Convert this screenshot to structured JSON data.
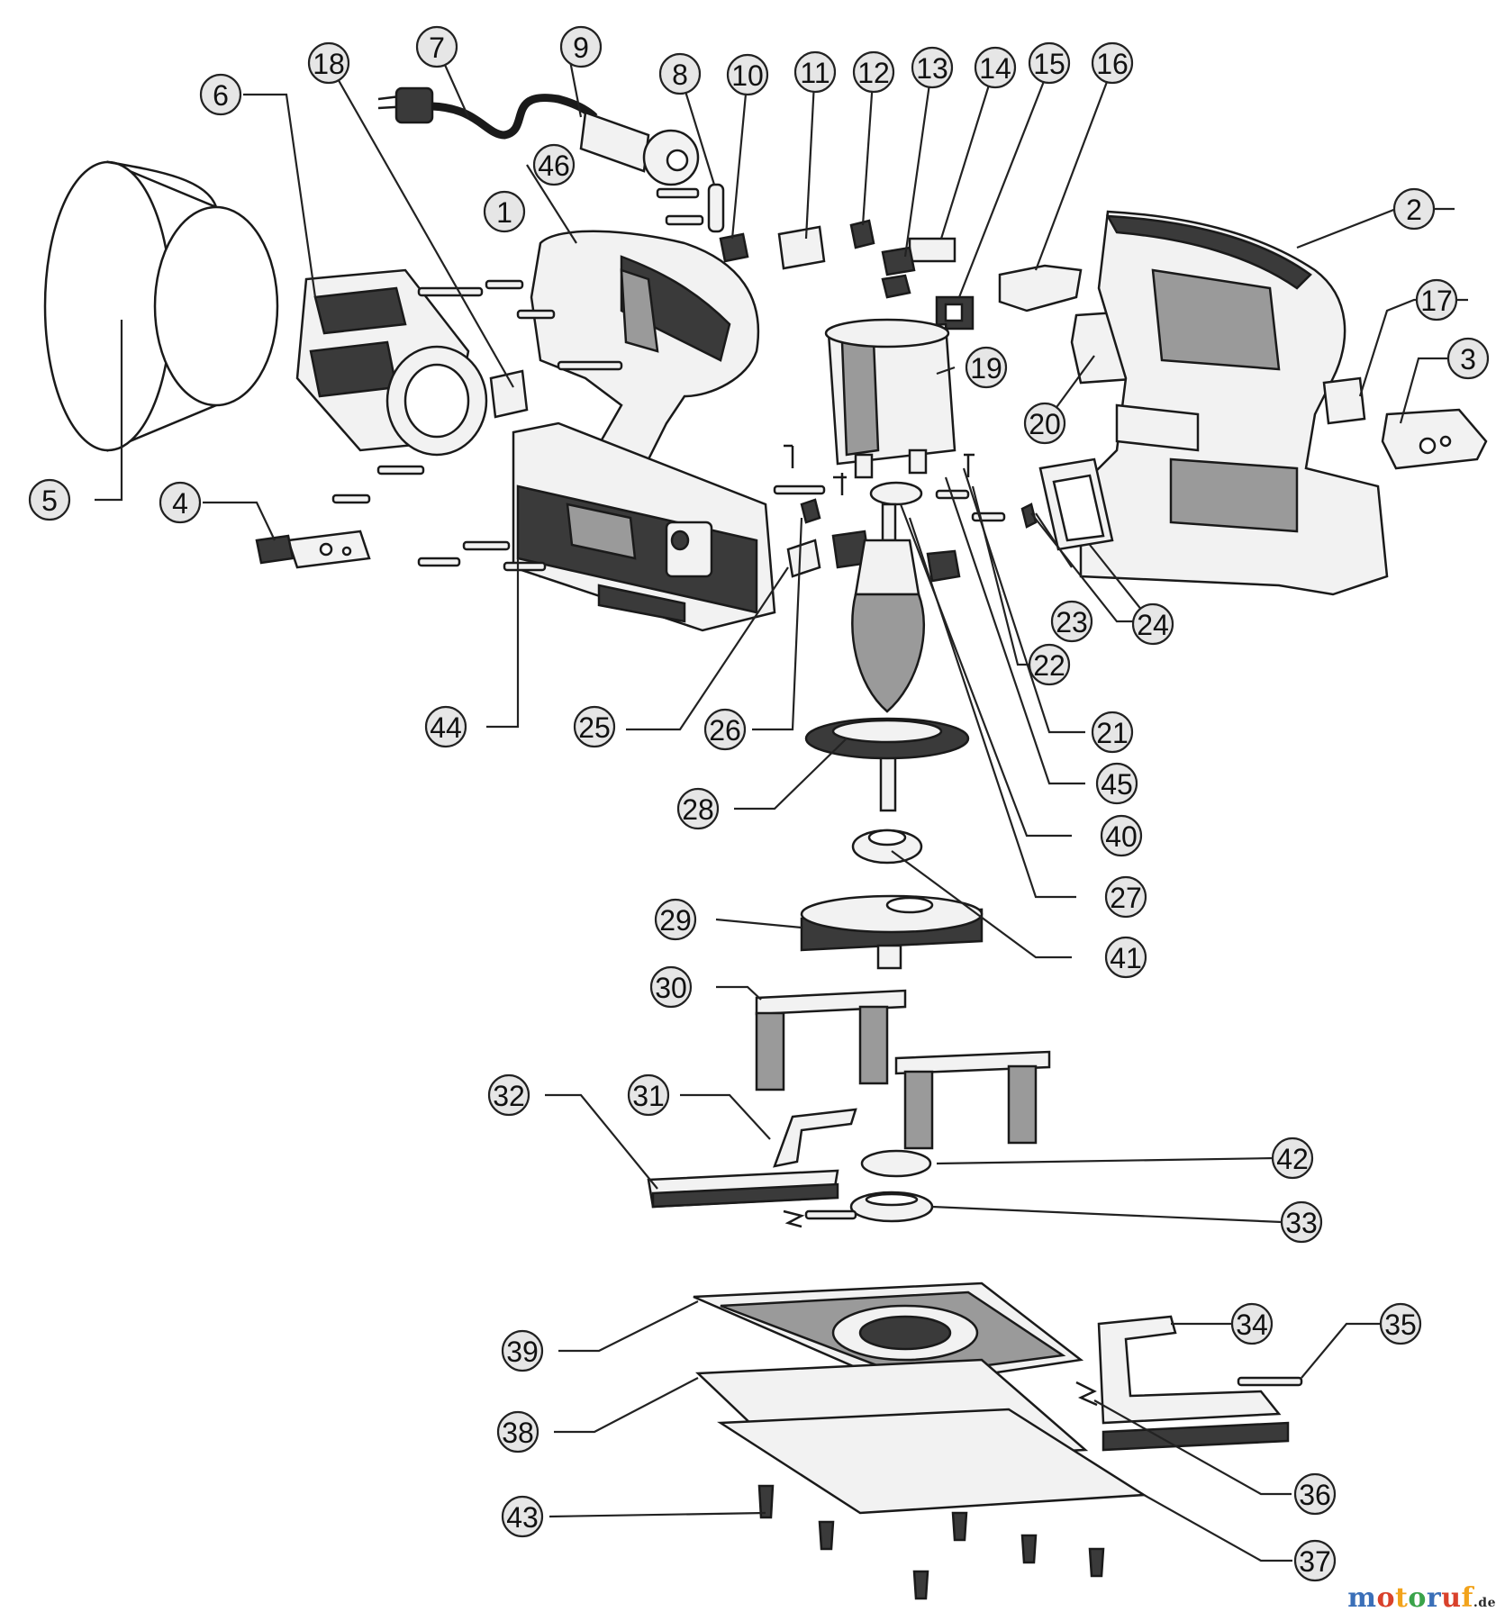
{
  "parts": [
    {
      "id": "1",
      "label": "1"
    },
    {
      "id": "2",
      "label": "2"
    },
    {
      "id": "3",
      "label": "3"
    },
    {
      "id": "4",
      "label": "4"
    },
    {
      "id": "5",
      "label": "5"
    },
    {
      "id": "6",
      "label": "6"
    },
    {
      "id": "7",
      "label": "7"
    },
    {
      "id": "8",
      "label": "8"
    },
    {
      "id": "9",
      "label": "9"
    },
    {
      "id": "10",
      "label": "10"
    },
    {
      "id": "11",
      "label": "11"
    },
    {
      "id": "12",
      "label": "12"
    },
    {
      "id": "13",
      "label": "13"
    },
    {
      "id": "14",
      "label": "14"
    },
    {
      "id": "15",
      "label": "15"
    },
    {
      "id": "16",
      "label": "16"
    },
    {
      "id": "17",
      "label": "17"
    },
    {
      "id": "18",
      "label": "18"
    },
    {
      "id": "19",
      "label": "19"
    },
    {
      "id": "20",
      "label": "20"
    },
    {
      "id": "21",
      "label": "21"
    },
    {
      "id": "22",
      "label": "22"
    },
    {
      "id": "23",
      "label": "23"
    },
    {
      "id": "24",
      "label": "24"
    },
    {
      "id": "25",
      "label": "25"
    },
    {
      "id": "26",
      "label": "26"
    },
    {
      "id": "27",
      "label": "27"
    },
    {
      "id": "28",
      "label": "28"
    },
    {
      "id": "29",
      "label": "29"
    },
    {
      "id": "30",
      "label": "30"
    },
    {
      "id": "31",
      "label": "31"
    },
    {
      "id": "32",
      "label": "32"
    },
    {
      "id": "33",
      "label": "33"
    },
    {
      "id": "34",
      "label": "34"
    },
    {
      "id": "35",
      "label": "35"
    },
    {
      "id": "36",
      "label": "36"
    },
    {
      "id": "37",
      "label": "37"
    },
    {
      "id": "38",
      "label": "38"
    },
    {
      "id": "39",
      "label": "39"
    },
    {
      "id": "40",
      "label": "40"
    },
    {
      "id": "41",
      "label": "41"
    },
    {
      "id": "42",
      "label": "42"
    },
    {
      "id": "43",
      "label": "43"
    },
    {
      "id": "44",
      "label": "44"
    },
    {
      "id": "45",
      "label": "45"
    },
    {
      "id": "46",
      "label": "46"
    }
  ],
  "watermark": {
    "letters": [
      "m",
      "o",
      "t",
      "o",
      "r",
      "u",
      "f"
    ],
    "tld": ".de",
    "colors": [
      "#3a6fb8",
      "#d9412b",
      "#f2a31b",
      "#3aa34a",
      "#3a6fb8",
      "#d9412b",
      "#f2a31b"
    ]
  }
}
